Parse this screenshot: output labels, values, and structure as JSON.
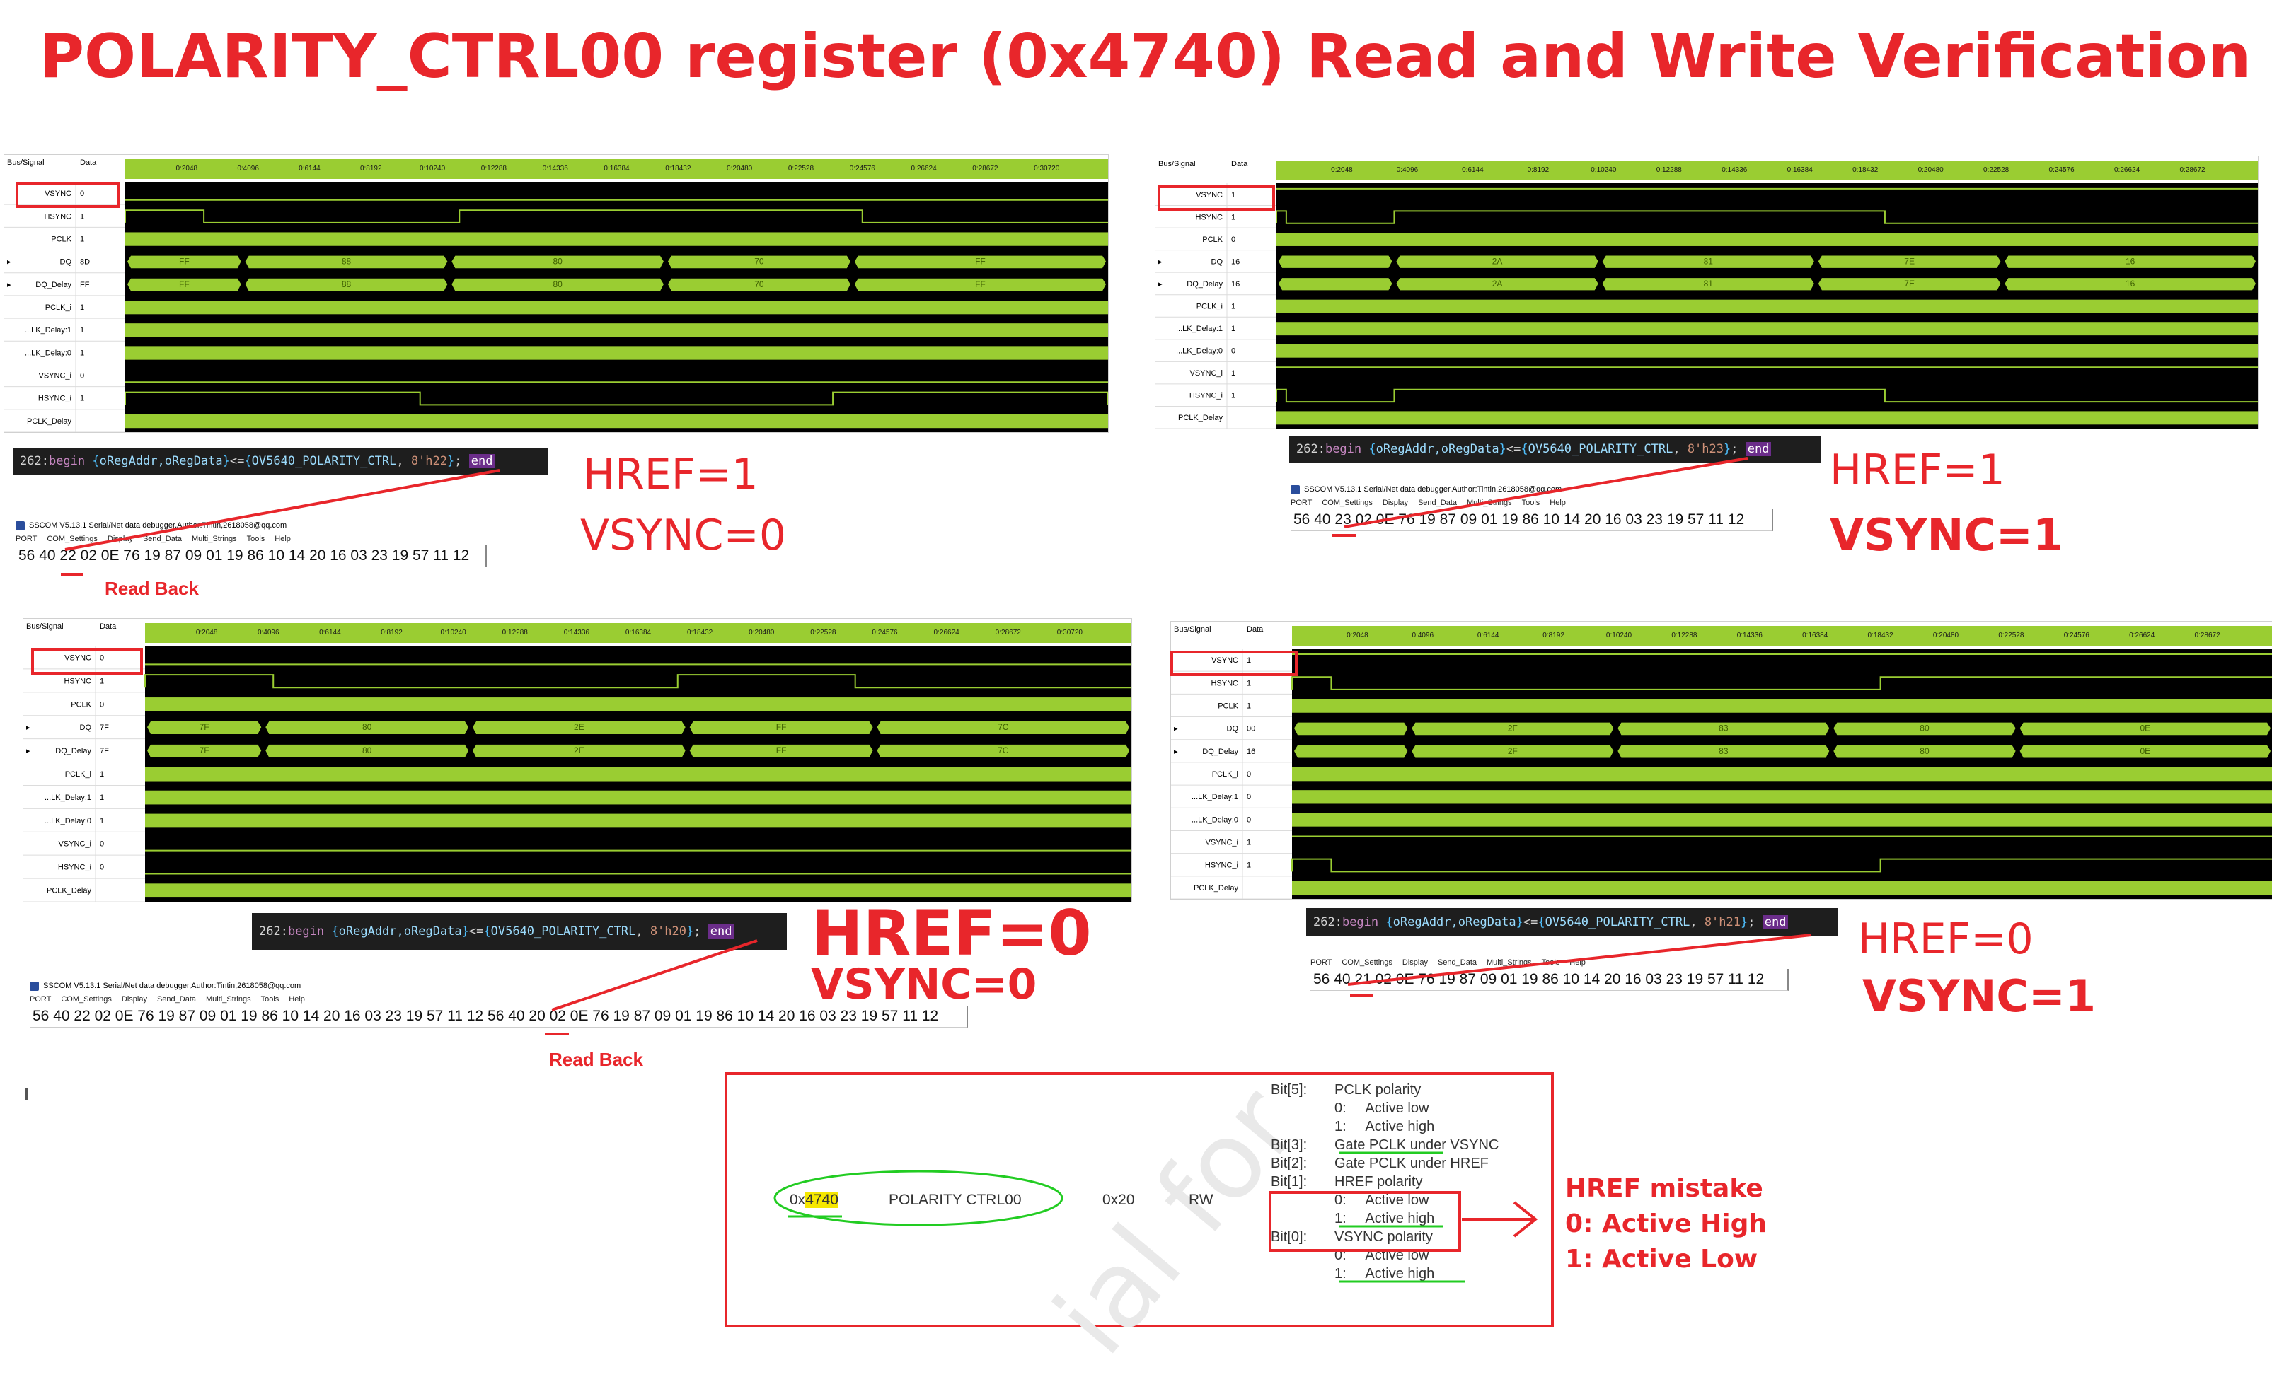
{
  "title": "POLARITY_CTRL00 register (0x4740) Read and Write Verification",
  "colors": {
    "accent_red": "#e8262b",
    "wave_green": "#9acd32",
    "wave_black": "#000000",
    "highlight_green": "#22bb22"
  },
  "panels": [
    {
      "id": "p1",
      "header": {
        "col1": "Bus/Signal",
        "col2": "Data"
      },
      "ticks": [
        "0:2048",
        "0:4096",
        "0:6144",
        "0:8192",
        "0:10240",
        "0:12288",
        "0:14336",
        "0:16384",
        "0:18432",
        "0:20480",
        "0:22528",
        "0:24576",
        "0:26624",
        "0:28672",
        "0:30720"
      ],
      "signals": [
        {
          "name": "VSYNC",
          "value": "0",
          "type": "low"
        },
        {
          "name": "HSYNC",
          "value": "1",
          "type": "pulse",
          "highs": [
            [
              0,
              0.08
            ],
            [
              0.34,
              0.75
            ]
          ]
        },
        {
          "name": "PCLK",
          "value": "1",
          "type": "clock"
        },
        {
          "name": "DQ",
          "value": "8D",
          "type": "bus",
          "expand": true,
          "segments": [
            "FF",
            "88",
            "80",
            "70",
            "FF"
          ]
        },
        {
          "name": "DQ_Delay",
          "value": "FF",
          "type": "bus",
          "expand": true,
          "segments": [
            "FF",
            "88",
            "80",
            "70",
            "FF"
          ]
        },
        {
          "name": "PCLK_i",
          "value": "1",
          "type": "clock"
        },
        {
          "name": "...LK_Delay:1",
          "value": "1",
          "type": "clock"
        },
        {
          "name": "...LK_Delay:0",
          "value": "1",
          "type": "clock"
        },
        {
          "name": "VSYNC_i",
          "value": "0",
          "type": "low"
        },
        {
          "name": "HSYNC_i",
          "value": "1",
          "type": "pulse",
          "highs": [
            [
              0,
              0.3
            ],
            [
              0.72,
              1
            ]
          ]
        },
        {
          "name": "PCLK_Delay",
          "value": "",
          "type": "clock"
        }
      ],
      "code": {
        "num": "262:",
        "kw": "begin",
        "lhs": "oRegAddr,oRegData",
        "rhs": "OV5640_POLARITY_CTRL",
        "val": "8'h22",
        "end": "end"
      },
      "sscom": {
        "title": "SSCOM V5.13.1 Serial/Net data debugger,Author:Tintin,2618058@qq.com",
        "menu": [
          "PORT",
          "COM_Settings",
          "Display",
          "Send_Data",
          "Multi_Strings",
          "Tools",
          "Help"
        ],
        "data": "56 40 22 02 0E 76 19 87 09 01 19 86 10 14 20 16 03 23 19 57 11 12",
        "read_back": "Read Back"
      },
      "href_label": "HREF=1",
      "vsync_label": "VSYNC=0"
    },
    {
      "id": "p2",
      "header": {
        "col1": "Bus/Signal",
        "col2": "Data"
      },
      "ticks": [
        "0:2048",
        "0:4096",
        "0:6144",
        "0:8192",
        "0:10240",
        "0:12288",
        "0:14336",
        "0:16384",
        "0:18432",
        "0:20480",
        "0:22528",
        "0:24576",
        "0:26624",
        "0:28672"
      ],
      "signals": [
        {
          "name": "VSYNC",
          "value": "1",
          "type": "high"
        },
        {
          "name": "HSYNC",
          "value": "1",
          "type": "pulse",
          "highs": [
            [
              0,
              0.01
            ],
            [
              0.12,
              0.62
            ]
          ]
        },
        {
          "name": "PCLK",
          "value": "0",
          "type": "clock"
        },
        {
          "name": "DQ",
          "value": "16",
          "type": "bus",
          "expand": true,
          "segments": [
            "",
            "2A",
            "81",
            "7E",
            "16"
          ]
        },
        {
          "name": "DQ_Delay",
          "value": "16",
          "type": "bus",
          "expand": true,
          "segments": [
            "",
            "2A",
            "81",
            "7E",
            "16"
          ]
        },
        {
          "name": "PCLK_i",
          "value": "1",
          "type": "clock"
        },
        {
          "name": "...LK_Delay:1",
          "value": "1",
          "type": "clock"
        },
        {
          "name": "...LK_Delay:0",
          "value": "0",
          "type": "clock"
        },
        {
          "name": "VSYNC_i",
          "value": "1",
          "type": "high"
        },
        {
          "name": "HSYNC_i",
          "value": "1",
          "type": "pulse",
          "highs": [
            [
              0,
              0.01
            ],
            [
              0.12,
              0.62
            ]
          ]
        },
        {
          "name": "PCLK_Delay",
          "value": "",
          "type": "clock"
        }
      ],
      "code": {
        "num": "262:",
        "kw": "begin",
        "lhs": "oRegAddr,oRegData",
        "rhs": "OV5640_POLARITY_CTRL",
        "val": "8'h23",
        "end": "end"
      },
      "sscom": {
        "title": "SSCOM V5.13.1 Serial/Net data debugger,Author:Tintin,2618058@qq.com",
        "menu": [
          "PORT",
          "COM_Settings",
          "Display",
          "Send_Data",
          "Multi_Strings",
          "Tools",
          "Help"
        ],
        "data": "56 40 23 02 0E 76 19 87 09 01 19 86 10 14 20 16 03 23 19 57 11 12",
        "read_back": ""
      },
      "href_label": "HREF=1",
      "vsync_label": "VSYNC=1"
    },
    {
      "id": "p3",
      "header": {
        "col1": "Bus/Signal",
        "col2": "Data"
      },
      "ticks": [
        "0:2048",
        "0:4096",
        "0:6144",
        "0:8192",
        "0:10240",
        "0:12288",
        "0:14336",
        "0:16384",
        "0:18432",
        "0:20480",
        "0:22528",
        "0:24576",
        "0:26624",
        "0:28672",
        "0:30720"
      ],
      "signals": [
        {
          "name": "VSYNC",
          "value": "0",
          "type": "low"
        },
        {
          "name": "HSYNC",
          "value": "1",
          "type": "pulse",
          "highs": [
            [
              0,
              0.13
            ],
            [
              0.54,
              0.72
            ]
          ]
        },
        {
          "name": "PCLK",
          "value": "0",
          "type": "clock"
        },
        {
          "name": "DQ",
          "value": "7F",
          "type": "bus",
          "expand": true,
          "segments": [
            "7F",
            "80",
            "2E",
            "FF",
            "7C"
          ]
        },
        {
          "name": "DQ_Delay",
          "value": "7F",
          "type": "bus",
          "expand": true,
          "segments": [
            "7F",
            "80",
            "2E",
            "FF",
            "7C"
          ]
        },
        {
          "name": "PCLK_i",
          "value": "1",
          "type": "clock"
        },
        {
          "name": "...LK_Delay:1",
          "value": "1",
          "type": "clock"
        },
        {
          "name": "...LK_Delay:0",
          "value": "1",
          "type": "clock"
        },
        {
          "name": "VSYNC_i",
          "value": "0",
          "type": "low"
        },
        {
          "name": "HSYNC_i",
          "value": "0",
          "type": "low"
        },
        {
          "name": "PCLK_Delay",
          "value": "",
          "type": "clock"
        }
      ],
      "code": {
        "num": "262:",
        "kw": "begin",
        "lhs": "oRegAddr,oRegData",
        "rhs": "OV5640_POLARITY_CTRL",
        "val": "8'h20",
        "end": "end"
      },
      "sscom": {
        "title": "SSCOM V5.13.1 Serial/Net data debugger,Author:Tintin,2618058@qq.com",
        "menu": [
          "PORT",
          "COM_Settings",
          "Display",
          "Send_Data",
          "Multi_Strings",
          "Tools",
          "Help"
        ],
        "data": "56 40 22 02 0E 76 19 87 09 01 19 86 10 14 20 16 03 23 19 57 11 12 56 40 20 02 0E 76 19 87 09 01 19 86 10 14 20 16 03 23 19 57 11 12",
        "read_back": "Read Back"
      },
      "href_label": "HREF=0",
      "vsync_label": "VSYNC=0"
    },
    {
      "id": "p4",
      "header": {
        "col1": "Bus/Signal",
        "col2": "Data"
      },
      "ticks": [
        "0:2048",
        "0:4096",
        "0:6144",
        "0:8192",
        "0:10240",
        "0:12288",
        "0:14336",
        "0:16384",
        "0:18432",
        "0:20480",
        "0:22528",
        "0:24576",
        "0:26624",
        "0:28672"
      ],
      "signals": [
        {
          "name": "VSYNC",
          "value": "1",
          "type": "high"
        },
        {
          "name": "HSYNC",
          "value": "1",
          "type": "pulse",
          "highs": [
            [
              0,
              0.04
            ],
            [
              0.6,
              1
            ]
          ]
        },
        {
          "name": "PCLK",
          "value": "1",
          "type": "clock"
        },
        {
          "name": "DQ",
          "value": "00",
          "type": "bus",
          "expand": true,
          "segments": [
            "",
            "2F",
            "83",
            "80",
            "0E"
          ]
        },
        {
          "name": "DQ_Delay",
          "value": "16",
          "type": "bus",
          "expand": true,
          "segments": [
            "",
            "2F",
            "83",
            "80",
            "0E"
          ]
        },
        {
          "name": "PCLK_i",
          "value": "0",
          "type": "clock"
        },
        {
          "name": "...LK_Delay:1",
          "value": "0",
          "type": "clock"
        },
        {
          "name": "...LK_Delay:0",
          "value": "0",
          "type": "clock"
        },
        {
          "name": "VSYNC_i",
          "value": "1",
          "type": "high"
        },
        {
          "name": "HSYNC_i",
          "value": "1",
          "type": "pulse",
          "highs": [
            [
              0,
              0.04
            ],
            [
              0.6,
              1
            ]
          ]
        },
        {
          "name": "PCLK_Delay",
          "value": "",
          "type": "clock"
        }
      ],
      "code": {
        "num": "262:",
        "kw": "begin",
        "lhs": "oRegAddr,oRegData",
        "rhs": "OV5640_POLARITY_CTRL",
        "val": "8'h21",
        "end": "end"
      },
      "sscom": {
        "title": "",
        "menu": [
          "PORT",
          "COM_Settings",
          "Display",
          "Send_Data",
          "Multi_Strings",
          "Tools",
          "Help"
        ],
        "data": "56 40 21 02 0E 76 19 87 09 01 19 86 10 14 20 16 03 23 19 57 11 12",
        "read_back": ""
      },
      "href_label": "HREF=0",
      "vsync_label": "VSYNC=1"
    }
  ],
  "register": {
    "address_prefix": "0x",
    "address_highlight": "4740",
    "name": "POLARITY CTRL00",
    "default": "0x20",
    "rw": "RW",
    "bits": [
      {
        "bit": "Bit[5]:",
        "desc": "PCLK polarity"
      },
      {
        "bit": "",
        "desc": "0:     Active low"
      },
      {
        "bit": "",
        "desc": "1:     Active high"
      },
      {
        "bit": "Bit[3]:",
        "desc": "Gate PCLK under VSYNC"
      },
      {
        "bit": "Bit[2]:",
        "desc": "Gate PCLK under HREF"
      },
      {
        "bit": "Bit[1]:",
        "desc": "HREF polarity"
      },
      {
        "bit": "",
        "desc": "0:     Active low"
      },
      {
        "bit": "",
        "desc": "1:     Active high"
      },
      {
        "bit": "Bit[0]:",
        "desc": "VSYNC polarity"
      },
      {
        "bit": "",
        "desc": "0:     Active low"
      },
      {
        "bit": "",
        "desc": "1:     Active high"
      }
    ],
    "watermark": "ial for"
  },
  "href_note": {
    "line1": "HREF mistake",
    "line2": "0: Active High",
    "line3": "1: Active Low"
  }
}
